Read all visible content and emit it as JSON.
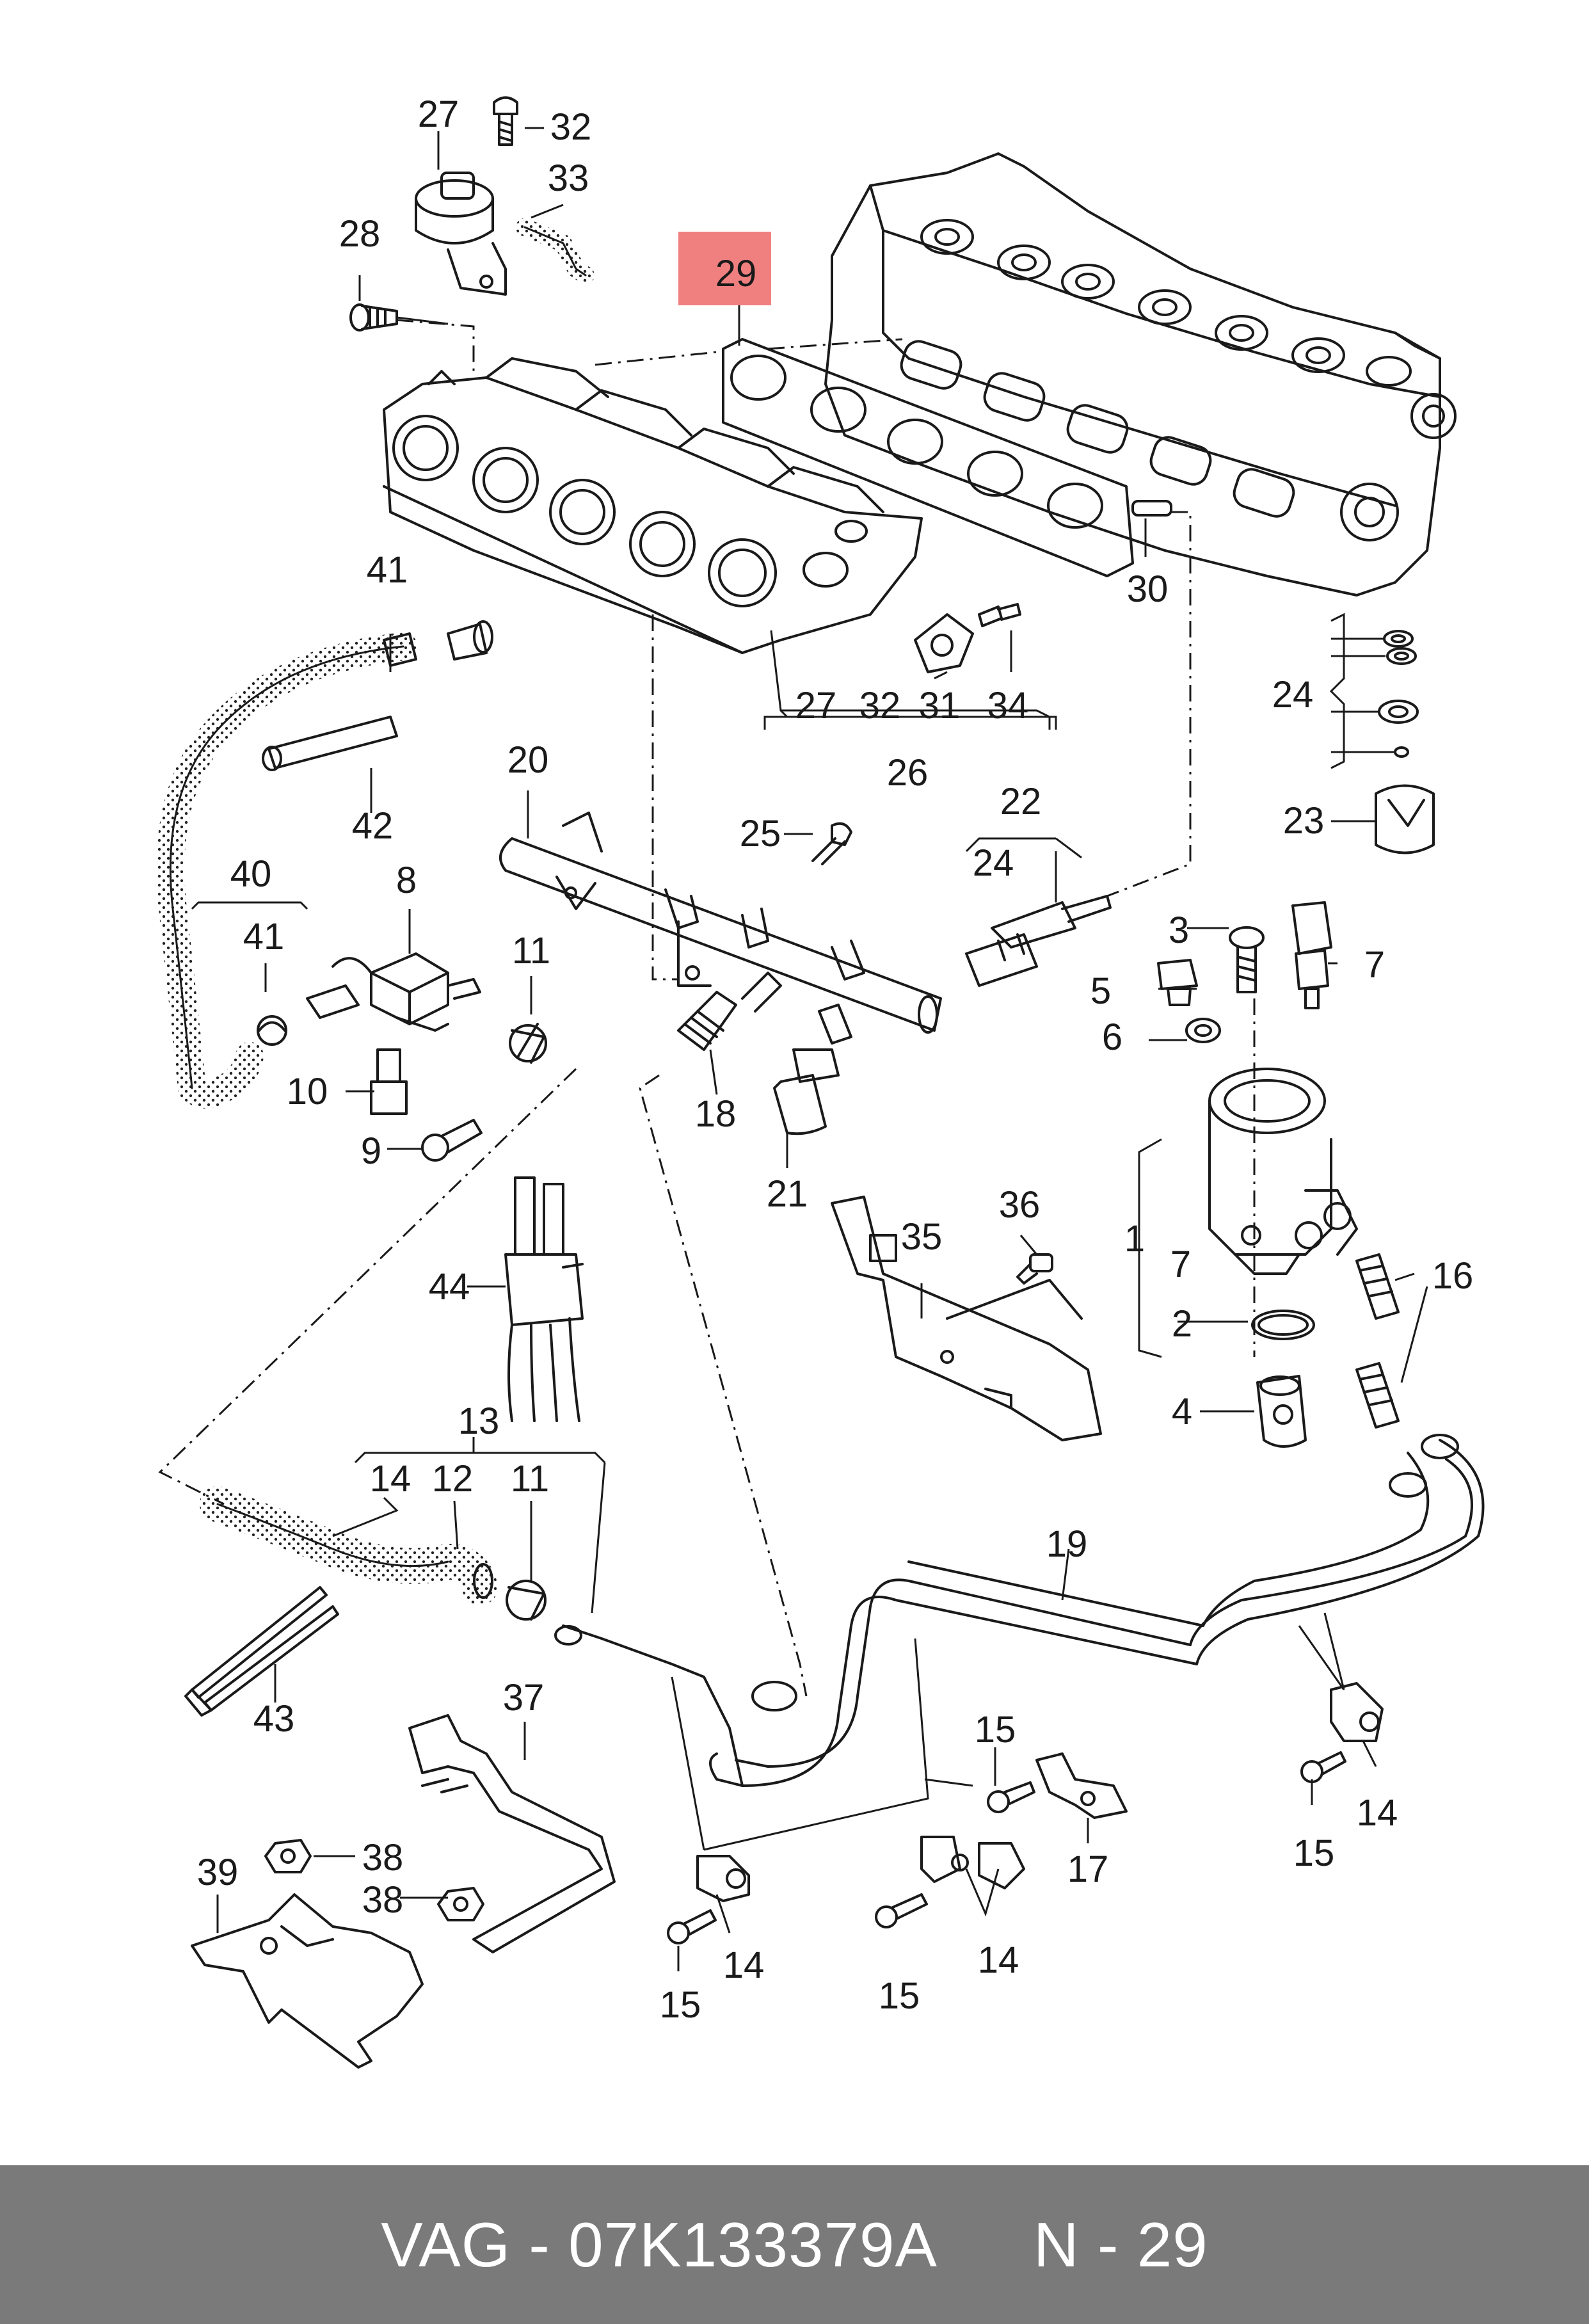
{
  "highlight": {
    "label": "29",
    "color": "#f08080"
  },
  "footer": {
    "part_number": "VAG - 07K133379A",
    "position": "N - 29",
    "background": "#7a7a7a"
  },
  "callouts": {
    "c27a": "27",
    "c32a": "32",
    "c33": "33",
    "c28": "28",
    "c41a": "41",
    "c42": "42",
    "c40": "40",
    "c41b": "41",
    "c8": "8",
    "c11a": "11",
    "c10": "10",
    "c9": "9",
    "c20": "20",
    "c25": "25",
    "c18": "18",
    "c21": "21",
    "c22": "22",
    "c24a": "24",
    "c24b": "24",
    "c23": "23",
    "c27b": "27",
    "c32b": "32",
    "c31": "31",
    "c34": "34",
    "c26": "26",
    "c30": "30",
    "c3": "3",
    "c7a": "7",
    "c5": "5",
    "c6": "6",
    "c1": "1",
    "c7b": "7",
    "c2": "2",
    "c4": "4",
    "c16": "16",
    "c35": "35",
    "c36": "36",
    "c44": "44",
    "c13": "13",
    "c14a": "14",
    "c12": "12",
    "c11b": "11",
    "c43": "43",
    "c19": "19",
    "c37": "37",
    "c38a": "38",
    "c38b": "38",
    "c39": "39",
    "c15a": "15",
    "c15b": "15",
    "c15c": "15",
    "c15d": "15",
    "c14b": "14",
    "c14c": "14",
    "c14d": "14",
    "c17": "17"
  }
}
